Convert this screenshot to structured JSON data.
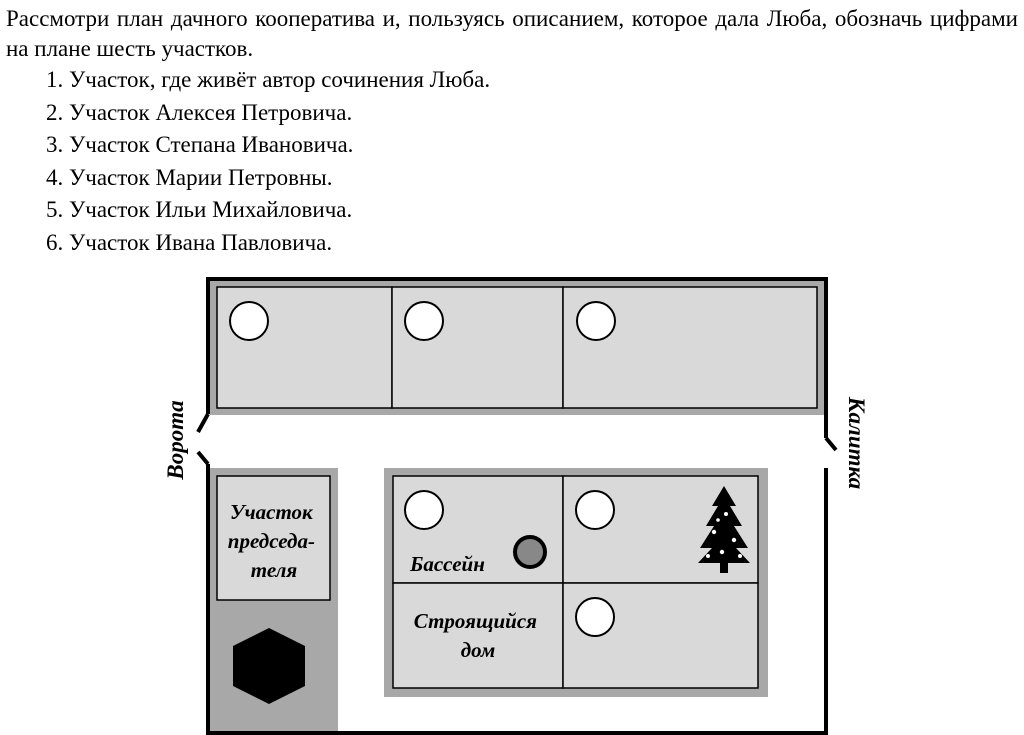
{
  "task": {
    "intro": "Рассмотри план дачного кооператива и, пользуясь описанием, которое дала Люба, обозначь цифрами на плане шесть участков.",
    "items": [
      "1. Участок, где живёт автор сочинения Люба.",
      "2. Участок Алексея Петровича.",
      "3. Участок Степана Ивановича.",
      "4. Участок Марии Петровны.",
      "5. Участок Ильи Михайловича.",
      "6. Участок Ивана Павловича."
    ]
  },
  "plan": {
    "gate_label": "Ворота",
    "wicket_label": "Калитка",
    "chairman_plot_lines": [
      "Участок",
      "председа-",
      "теля"
    ],
    "pool_label": "Бассейн",
    "construction_lines": [
      "Строящийся",
      "дом"
    ],
    "colors": {
      "plot_fill": "#d9d9d9",
      "border": "#000000",
      "marker_fill": "#ffffff",
      "pool_fill": "#888888"
    }
  }
}
